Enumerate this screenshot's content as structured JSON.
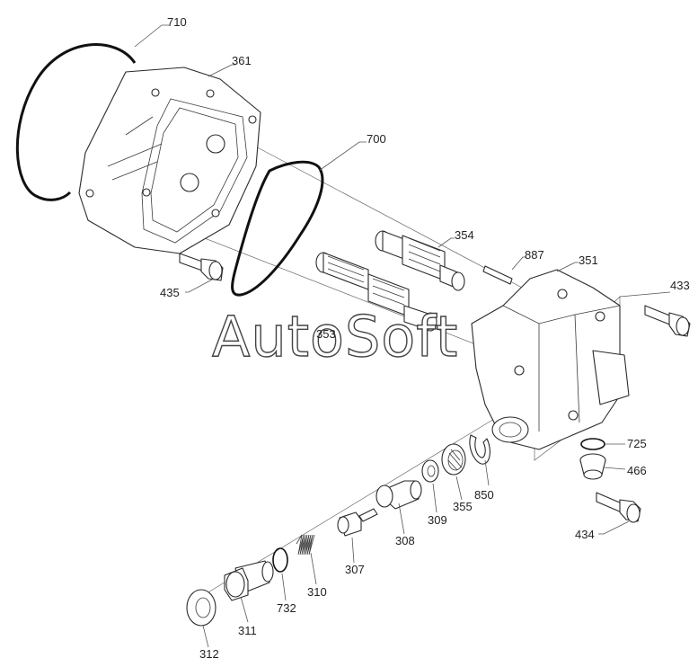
{
  "watermark": "AutoSoft",
  "part_numbers": {
    "p710": "710",
    "p361": "361",
    "p700": "700",
    "p354": "354",
    "p887": "887",
    "p351": "351",
    "p433": "433",
    "p435": "435",
    "p353": "353",
    "p725": "725",
    "p466": "466",
    "p850": "850",
    "p355": "355",
    "p309": "309",
    "p308": "308",
    "p434": "434",
    "p307": "307",
    "p310": "310",
    "p732": "732",
    "p311": "311",
    "p312": "312"
  }
}
